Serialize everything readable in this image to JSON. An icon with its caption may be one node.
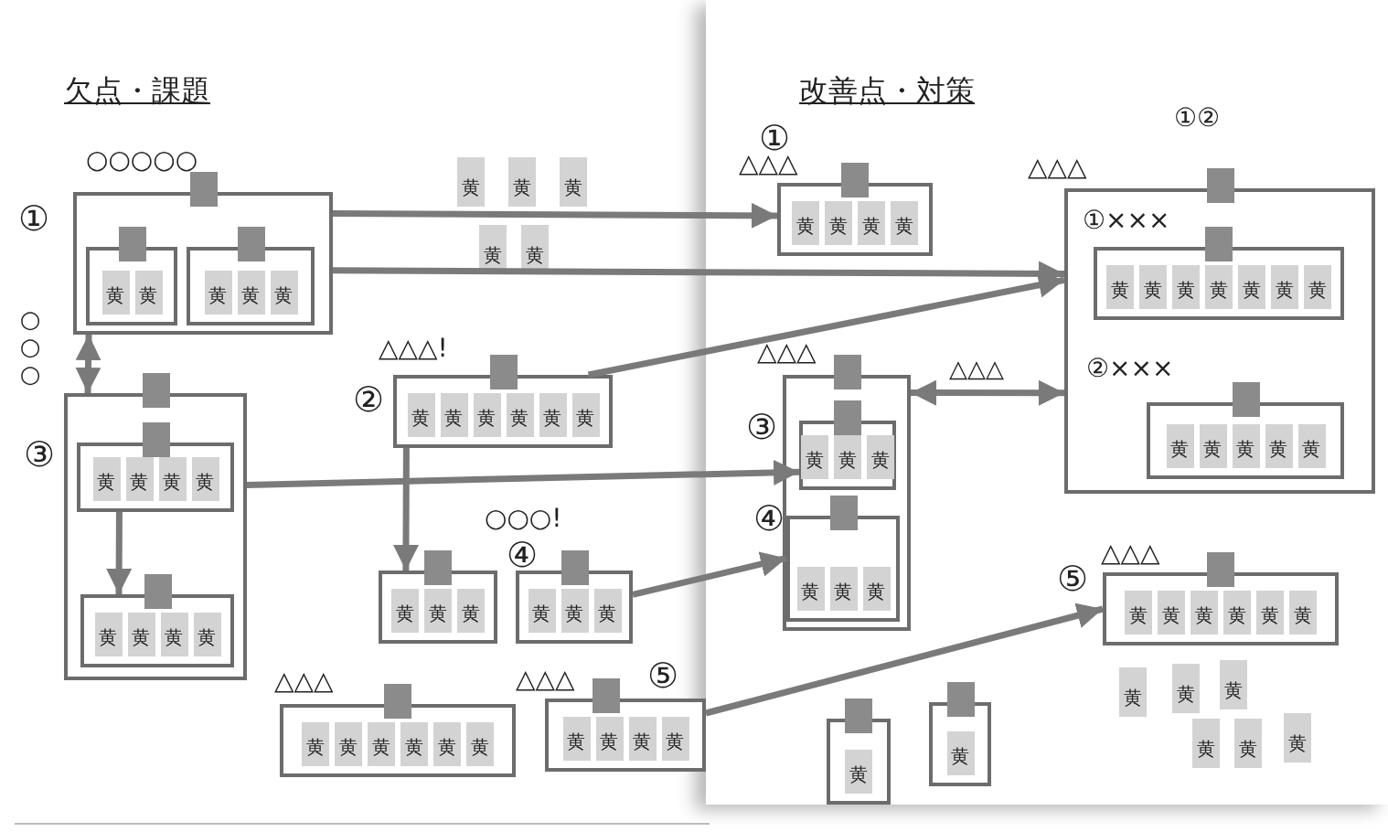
{
  "diagram": {
    "nodes": [
      {
        "text": [
          "○○○○○"
        ],
        "beside": [
          "①"
        ]
      },
      {
        "text": [],
        "shape": "box",
        "in": 0
      },
      {
        "text": [
          "黄"
        ],
        "in": 1
      },
      {
        "text": [
          "黄"
        ],
        "in": 1
      },
      {
        "text": [],
        "shape": "box",
        "in": 0
      },
      {
        "text": [
          "黄"
        ],
        "in": 4
      },
      {
        "text": [
          "黄"
        ],
        "in": 4
      },
      {
        "text": [
          "黄"
        ],
        "in": 4
      },
      {
        "text": [],
        "shape": "box",
        "beside": [
          "③"
        ]
      },
      {
        "text": [],
        "shape": "box",
        "in": 8
      },
      {
        "text": [
          "黄"
        ],
        "in": 9
      },
      {
        "text": [
          "黄"
        ],
        "in": 9
      },
      {
        "text": [
          "黄"
        ],
        "in": 9
      },
      {
        "text": [
          "黄"
        ],
        "in": 9
      },
      {
        "text": [],
        "shape": "box",
        "in": 8
      },
      {
        "text": [
          "黄"
        ],
        "in": 14
      },
      {
        "text": [
          "黄"
        ],
        "in": 14
      },
      {
        "text": [
          "黄"
        ],
        "in": 14
      },
      {
        "text": [
          "黄"
        ],
        "in": 14
      },
      {
        "text": [
          "△△△!"
        ],
        "beside": [
          "②"
        ]
      },
      {
        "text": [
          "黄"
        ],
        "in": 19
      },
      {
        "text": [
          "黄"
        ],
        "in": 19
      },
      {
        "text": [
          "黄"
        ],
        "in": 19
      },
      {
        "text": [
          "黄"
        ],
        "in": 19
      },
      {
        "text": [
          "黄"
        ],
        "in": 19
      },
      {
        "text": [
          "黄"
        ],
        "in": 19
      },
      {
        "text": [],
        "shape": "box"
      },
      {
        "text": [
          "黄"
        ],
        "in": 26
      },
      {
        "text": [
          "黄"
        ],
        "in": 26
      },
      {
        "text": [
          "黄"
        ],
        "in": 26
      },
      {
        "text": [
          "○○○!"
        ],
        "beside": [
          "④"
        ]
      },
      {
        "text": [
          "黄"
        ],
        "in": 30
      },
      {
        "text": [
          "黄"
        ],
        "in": 30
      },
      {
        "text": [
          "黄"
        ],
        "in": 30
      },
      {
        "text": [
          "△△△"
        ]
      },
      {
        "text": [
          "黄"
        ],
        "in": 34
      },
      {
        "text": [
          "黄"
        ],
        "in": 34
      },
      {
        "text": [
          "黄"
        ],
        "in": 34
      },
      {
        "text": [
          "黄"
        ],
        "in": 34
      },
      {
        "text": [
          "黄"
        ],
        "in": 34
      },
      {
        "text": [
          "黄"
        ],
        "in": 34
      },
      {
        "text": [
          "△△△"
        ],
        "beside": [
          "⑤"
        ]
      },
      {
        "text": [
          "黄"
        ],
        "in": 41
      },
      {
        "text": [
          "黄"
        ],
        "in": 41
      },
      {
        "text": [
          "黄"
        ],
        "in": 41
      },
      {
        "text": [
          "黄"
        ],
        "in": 41
      },
      {
        "text": [
          "黄"
        ]
      },
      {
        "text": [
          "黄"
        ]
      },
      {
        "text": [
          "黄"
        ]
      },
      {
        "text": [
          "黄"
        ]
      },
      {
        "text": [
          "黄"
        ]
      },
      {
        "text": [
          "△△△"
        ],
        "beside": [
          "①"
        ]
      },
      {
        "text": [
          "黄"
        ],
        "in": 51
      },
      {
        "text": [
          "黄"
        ],
        "in": 51
      },
      {
        "text": [
          "黄"
        ],
        "in": 51
      },
      {
        "text": [
          "黄"
        ],
        "in": 51
      },
      {
        "text": [
          "①②",
          "△△△"
        ]
      },
      {
        "text": [
          "①×××"
        ],
        "in": 56
      },
      {
        "text": [
          "黄"
        ],
        "in": 57
      },
      {
        "text": [
          "黄"
        ],
        "in": 57
      },
      {
        "text": [
          "黄"
        ],
        "in": 57
      },
      {
        "text": [
          "黄"
        ],
        "in": 57
      },
      {
        "text": [
          "黄"
        ],
        "in": 57
      },
      {
        "text": [
          "黄"
        ],
        "in": 57
      },
      {
        "text": [
          "黄"
        ],
        "in": 57
      },
      {
        "text": [
          "②×××"
        ],
        "in": 56
      },
      {
        "text": [
          "黄"
        ],
        "in": 65
      },
      {
        "text": [
          "黄"
        ],
        "in": 65
      },
      {
        "text": [
          "黄"
        ],
        "in": 65
      },
      {
        "text": [
          "黄"
        ],
        "in": 65
      },
      {
        "text": [
          "黄"
        ],
        "in": 65
      },
      {
        "text": [
          "△△△"
        ]
      },
      {
        "text": [],
        "shape": "box",
        "in": 71,
        "beside": [
          "③"
        ]
      },
      {
        "text": [
          "黄"
        ],
        "in": 72
      },
      {
        "text": [
          "黄"
        ],
        "in": 72
      },
      {
        "text": [
          "黄"
        ],
        "in": 72
      },
      {
        "text": [],
        "shape": "box",
        "in": 71,
        "beside": [
          "④"
        ]
      },
      {
        "text": [
          "黄"
        ],
        "in": 76
      },
      {
        "text": [
          "黄"
        ],
        "in": 76
      },
      {
        "text": [
          "黄"
        ],
        "in": 76
      },
      {
        "text": [
          "△△△"
        ],
        "beside": [
          "⑤"
        ]
      },
      {
        "text": [
          "黄"
        ],
        "in": 80
      },
      {
        "text": [
          "黄"
        ],
        "in": 80
      },
      {
        "text": [
          "黄"
        ],
        "in": 80
      },
      {
        "text": [
          "黄"
        ],
        "in": 80
      },
      {
        "text": [
          "黄"
        ],
        "in": 80
      },
      {
        "text": [
          "黄"
        ],
        "in": 80
      },
      {
        "text": [
          "黄"
        ]
      },
      {
        "text": [
          "黄"
        ]
      },
      {
        "text": [
          "黄"
        ]
      },
      {
        "text": [
          "黄"
        ]
      },
      {
        "text": [
          "黄"
        ]
      },
      {
        "text": [
          "黄"
        ]
      },
      {
        "text": [],
        "shape": "box"
      },
      {
        "text": [
          "黄"
        ],
        "in": 93
      },
      {
        "text": [],
        "shape": "box"
      },
      {
        "text": [
          "黄"
        ],
        "in": 95
      }
    ],
    "edges": [
      {
        "from": 0,
        "to": 51,
        "arrow": "to"
      },
      {
        "from": 0,
        "to": 56,
        "arrow": "to"
      },
      {
        "from": 19,
        "to": 56,
        "arrow": "to"
      },
      {
        "from": 0,
        "to": 8,
        "arrow": "both",
        "label": "○○○"
      },
      {
        "from": 9,
        "to": 14,
        "arrow": "to"
      },
      {
        "from": 8,
        "to": 72,
        "arrow": "to"
      },
      {
        "from": 19,
        "to": 26,
        "arrow": "to"
      },
      {
        "from": 30,
        "to": 76,
        "arrow": "to"
      },
      {
        "from": 41,
        "to": 80,
        "arrow": "to"
      },
      {
        "from": 71,
        "to": 56,
        "arrow": "both",
        "label": "△△△"
      }
    ],
    "labels": [
      "欠点・課題",
      "改善点・対策"
    ]
  }
}
